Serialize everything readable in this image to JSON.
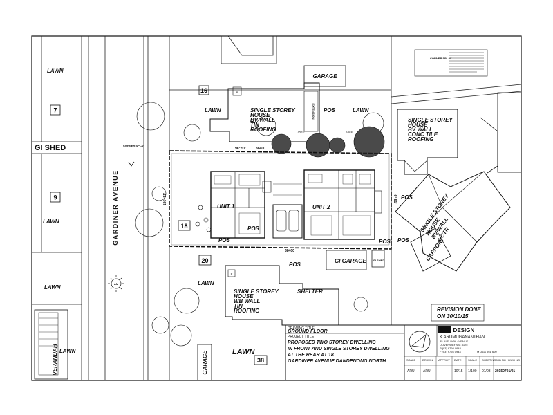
{
  "sheet": {
    "labels": {
      "lawn": "LAWN",
      "pos": "POS",
      "garage": "GARAGE",
      "gi_shed": "GI SHED",
      "gi_garage": "GI GARAGE",
      "shelter": "SHELTER",
      "carport": "CARPORT",
      "verandah": "VERANDAH",
      "street": "GARDINER AVENUE",
      "unit1": "UNIT 1",
      "unit2": "UNIT 2",
      "corner_splay": "CORNER SPLAY",
      "tree": "TREE",
      "extension": "EXTENSION",
      "am": "AM"
    },
    "lot_numbers": {
      "n7": "7",
      "n9": "9",
      "n16": "16",
      "n18": "18",
      "n20": "20",
      "n38": "38"
    },
    "houses": {
      "north": [
        "SINGLE STOREY",
        "HOUSE",
        "BV WALL",
        "TIN",
        "ROOFING"
      ],
      "northeast": [
        "SINGLE STOREY",
        "HOUSE",
        "BV WALL",
        "CONC TILE",
        "ROOFING"
      ],
      "east": [
        "SINGLE STOREY",
        "HOUSE",
        "BV WALL",
        "& CTR"
      ],
      "south": [
        "SINGLE STOREY",
        "HOUSE",
        "WB WALL",
        "TIN",
        "ROOFING"
      ]
    },
    "dimensions": {
      "top": "96° 51'",
      "top_len": "38400",
      "bottom_len": "38400",
      "left": "186° 51'",
      "right": "6° 51'"
    },
    "revision": {
      "line1": "REVISION DONE",
      "line2": "ON 30/10/15"
    }
  },
  "title_block": {
    "drawing_title_head": "DRAWING TITLE",
    "drawing_title": "GROUND FLOOR",
    "project_title_head": "PROJECT TITLE",
    "project_lines": [
      "PROPOSED TWO STOREY DWELLING",
      "IN FRONT AND SINGLE STOREY DWELLING",
      "AT THE REAR AT 18",
      "GARDINER AVENUE DANDENONG NORTH"
    ],
    "company": "ARU DESIGN",
    "person": "K.ARUMUGANANTHAN",
    "contact_lines": [
      "85 JUELDON AVENUE",
      "DOVERWAY VIC 3175",
      "P (03) 9794 0944",
      "F (03) 9794 0944",
      "M 0411 951 600"
    ],
    "table_heads": [
      "SCALE",
      "DRAWN",
      "APPROV",
      "DATE",
      "SCALE",
      "SHEET NO",
      "JOB NO / DWG NO"
    ],
    "table_values": [
      "ARU",
      "ARU",
      "",
      "10/15",
      "1/100",
      "01/03",
      "20150701/01"
    ]
  }
}
